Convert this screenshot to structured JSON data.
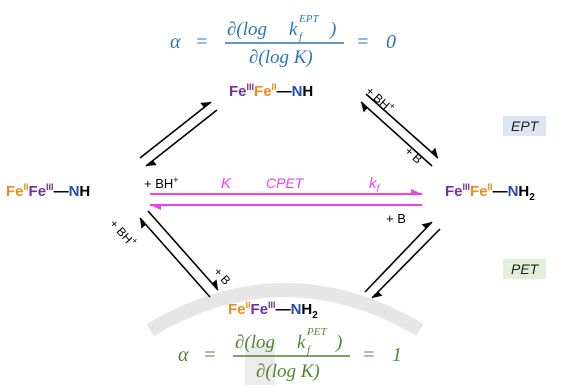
{
  "colors": {
    "fe3": "#7030a0",
    "fe2": "#f08b1a",
    "nitrogen": "#1f4fbf",
    "pink": "#f040f0",
    "math_top": "#2e75b6",
    "math_bottom": "#548235",
    "ept_box": "#dce6f2",
    "pet_box": "#e2efda",
    "arrow": "#000000"
  },
  "equations": {
    "top": {
      "alpha": "α",
      "equals": "=",
      "numerator_prefix": "∂(log ",
      "k": "k",
      "sup": "EPT",
      "sub": "f",
      "numerator_suffix": ")",
      "denominator": "∂(log K)",
      "result_equals": "=",
      "result": "0"
    },
    "bottom": {
      "alpha": "α",
      "equals": "=",
      "numerator_prefix": "∂(log ",
      "k": "k",
      "sup": "PET",
      "sub": "f",
      "numerator_suffix": ")",
      "denominator": "∂(log K)",
      "result_equals": "=",
      "result": "1"
    }
  },
  "species": {
    "top": {
      "fe_a": "Fe",
      "fe_a_ox": "III",
      "fe_b": "Fe",
      "fe_b_ox": "II",
      "bond": "—",
      "n": "N",
      "h": "H",
      "h_sub": ""
    },
    "left": {
      "fe_a": "Fe",
      "fe_a_ox": "II",
      "fe_b": "Fe",
      "fe_b_ox": "III",
      "bond": "—",
      "n": "N",
      "h": "H",
      "h_sub": ""
    },
    "right": {
      "fe_a": "Fe",
      "fe_a_ox": "III",
      "fe_b": "Fe",
      "fe_b_ox": "II",
      "bond": "—",
      "n": "N",
      "h": "H",
      "h_sub": "2"
    },
    "bottom": {
      "fe_a": "Fe",
      "fe_a_ox": "II",
      "fe_b": "Fe",
      "fe_b_ox": "III",
      "bond": "—",
      "n": "N",
      "h": "H",
      "h_sub": "2"
    }
  },
  "reagents": {
    "upper_right_bh": "+ BH",
    "upper_right_bh_sup": "+",
    "upper_right_b": "+ B",
    "center_bh": "+ BH",
    "center_bh_sup": "+",
    "center_b": "+ B",
    "lower_left_bh": "+ BH",
    "lower_left_bh_sup": "+",
    "lower_left_b": "+ B"
  },
  "center_labels": {
    "K": "K",
    "cpet": "CPET",
    "k": "k",
    "k_sub": "f"
  },
  "side_labels": {
    "ept": "EPT",
    "pet": "PET"
  }
}
